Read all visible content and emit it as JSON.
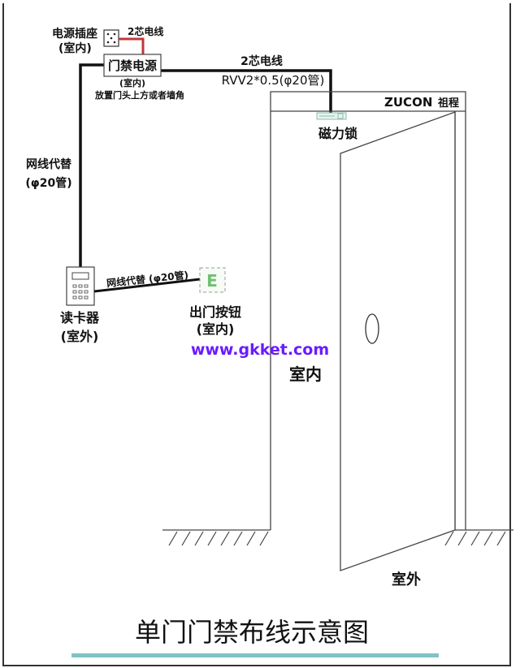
{
  "title": "单门门禁布线示意图",
  "socket": {
    "label": "电源插座",
    "location": "(室内)"
  },
  "socket_wire": {
    "label": "2芯电线",
    "color": "#c0393b"
  },
  "power_supply": {
    "label": "门禁电源",
    "location": "(室内)",
    "note": "放置门头上方或者墙角"
  },
  "main_wire": {
    "label": "2芯电线",
    "spec": "RVV2*0.5(φ20管)"
  },
  "reader_wire": {
    "label": "网线代替",
    "spec": "(φ20管)"
  },
  "button_wire": {
    "label": "网线代替 (φ20管)"
  },
  "card_reader": {
    "label": "读卡器",
    "location": "(室外)"
  },
  "exit_button": {
    "glyph": "E",
    "label": "出门按钮",
    "location": "(室内)",
    "color": "#6fbf6f"
  },
  "magnetic_lock": {
    "label": "磁力锁"
  },
  "brand": {
    "name": "ZUCON",
    "cn": "祖程"
  },
  "indoor_label": "室内",
  "outdoor_label": "室外",
  "watermark": {
    "text": "www.gkket.com",
    "color": "#6a1bff"
  },
  "underline_color": "#7fc4c4"
}
